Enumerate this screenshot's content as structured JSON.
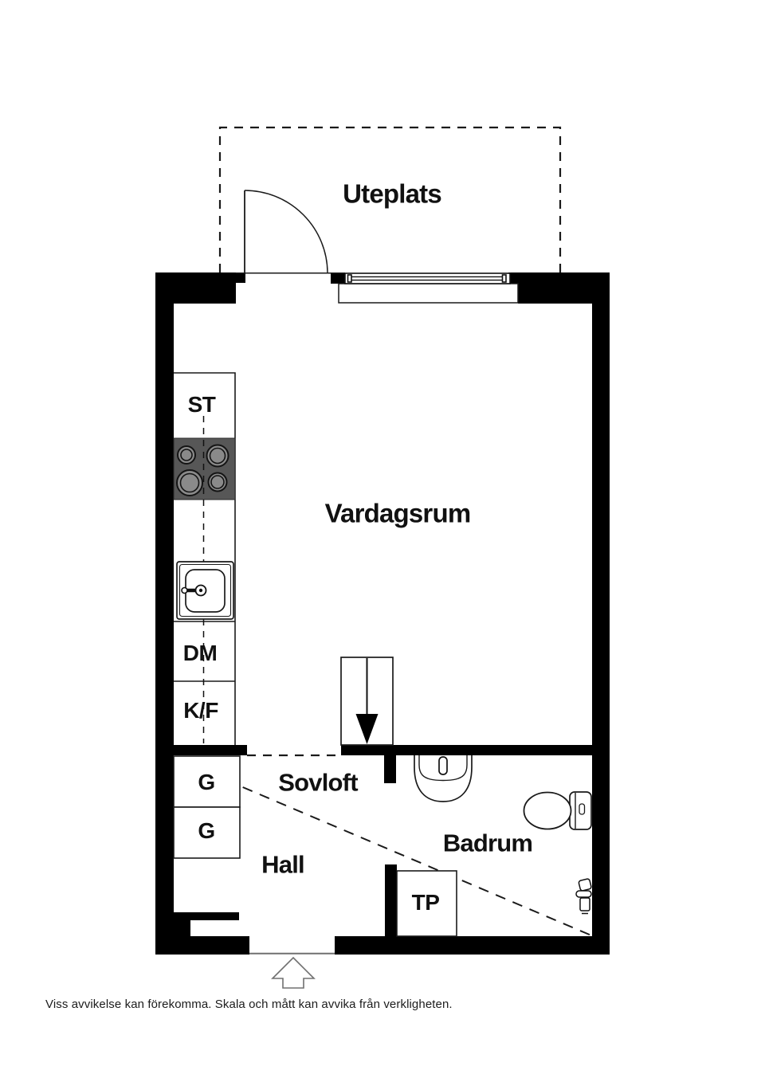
{
  "plan": {
    "rooms": {
      "uteplats": "Uteplats",
      "vardagsrum": "Vardagsrum",
      "sovloft": "Sovloft",
      "hall": "Hall",
      "badrum": "Badrum"
    },
    "fixtures": {
      "st": "ST",
      "dm": "DM",
      "kf": "K/F",
      "g1": "G",
      "g2": "G",
      "tp": "TP"
    },
    "icons": [
      "stove-icon",
      "kitchen-sink-icon",
      "loft-ladder-icon",
      "washbasin-icon",
      "toilet-icon",
      "shower-mixer-icon",
      "balcony-door-swing-icon",
      "window-icon",
      "entry-arrow-icon"
    ],
    "colors": {
      "walls": "#000000",
      "background": "#ffffff",
      "stove_plate": "#575757",
      "burner_fill": "#8a8a8a",
      "entry_arrow_stroke": "#707070"
    }
  },
  "footer": {
    "disclaimer": "Viss avvikelse kan förekomma. Skala och mått kan avvika från verkligheten."
  }
}
